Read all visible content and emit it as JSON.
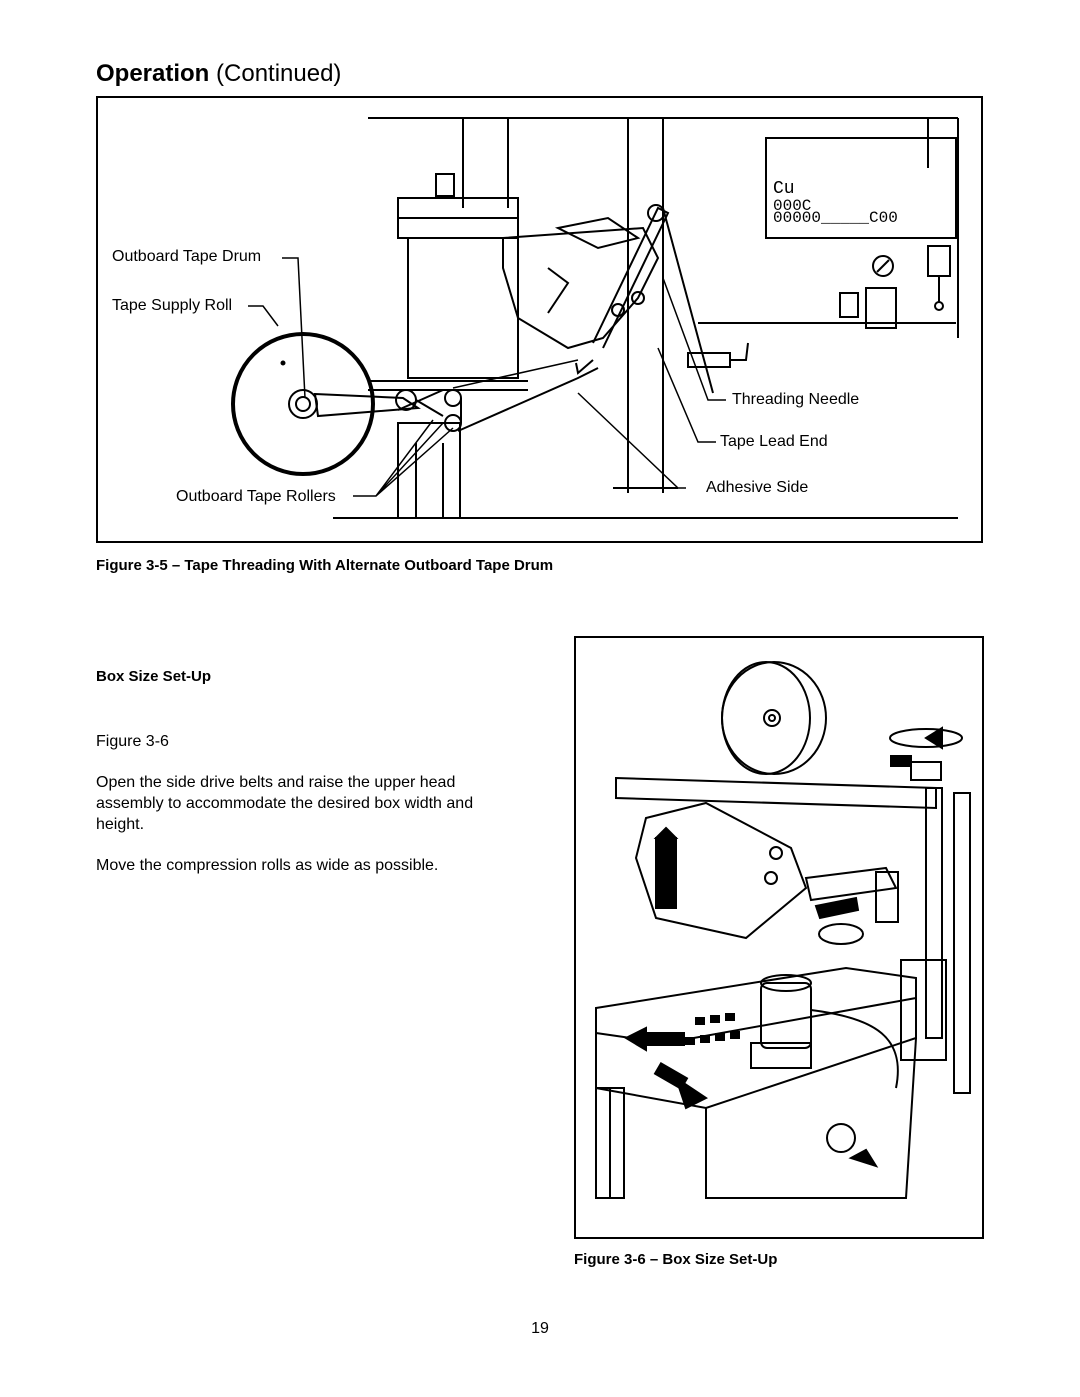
{
  "header": {
    "title_bold": "Operation",
    "title_rest": "(Continued)"
  },
  "figure_5": {
    "callouts": {
      "outboard_tape_drum": "Outboard Tape Drum",
      "tape_supply_roll": "Tape Supply Roll",
      "outboard_tape_rollers": "Outboard Tape Rollers",
      "threading_needle": "Threading Needle",
      "tape_lead_end": "Tape Lead End",
      "adhesive_side": "Adhesive Side"
    },
    "caption": "Figure 3-5 – Tape Threading With Alternate Outboard Tape Drum"
  },
  "box_size_section": {
    "subheading": "Box Size Set-Up",
    "figure_ref": "Figure 3-6",
    "paragraph_1": "Open the side drive belts and raise the upper head assembly to accommodate the desired box width and height.",
    "paragraph_2": "Move the compression rolls as wide as possible."
  },
  "figure_6": {
    "caption": "Figure 3-6 – Box Size Set-Up"
  },
  "page_number": "19"
}
